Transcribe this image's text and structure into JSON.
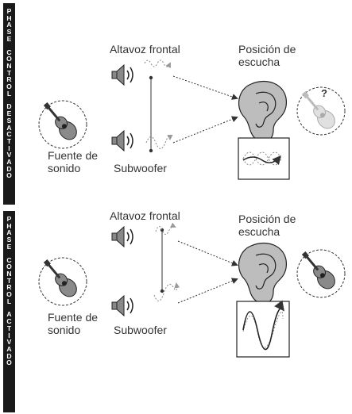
{
  "panels": [
    {
      "id": "off",
      "sidebar_words": [
        "PHASE",
        "CONTROL",
        "DESACTIVADO"
      ],
      "front_speaker_label": "Altavoz frontal",
      "listening_position_label": [
        "Posición de",
        "escucha"
      ],
      "sound_source_label": [
        "Fuente de",
        "sonido"
      ],
      "subwoofer_label": "Subwoofer",
      "question_mark": "?"
    },
    {
      "id": "on",
      "sidebar_words": [
        "PHASE",
        "CONTROL",
        "ACTIVADO"
      ],
      "front_speaker_label": "Altavoz frontal",
      "listening_position_label": [
        "Posición de",
        "escucha"
      ],
      "sound_source_label": [
        "Fuente de",
        "sonido"
      ],
      "subwoofer_label": "Subwoofer"
    }
  ]
}
